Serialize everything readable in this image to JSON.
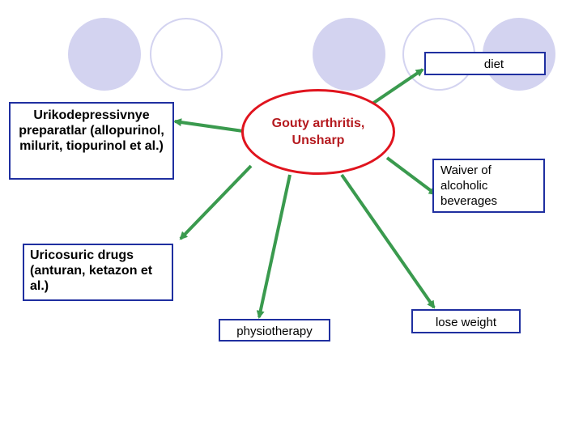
{
  "diagram": {
    "center": {
      "label": "Gouty arthritis, Unsharp"
    },
    "nodes": {
      "diet": "diet",
      "uricodepressive": "Urikodepressivnye preparatlar (allopurinol, milurit, tiopurinol et al.)",
      "alcohol": "Waiver of alcoholic beverages",
      "uricosuric": "Uricosuric drugs (anturan, ketazon et al.)",
      "physiotherapy": "physiotherapy",
      "weight": "lose weight"
    }
  },
  "colors": {
    "arrow": "#3a9a4e",
    "box_border": "#1f2fa0",
    "center_border": "#e0141e",
    "center_text": "#b51a1f",
    "deco_circle": "#d3d3f0"
  }
}
